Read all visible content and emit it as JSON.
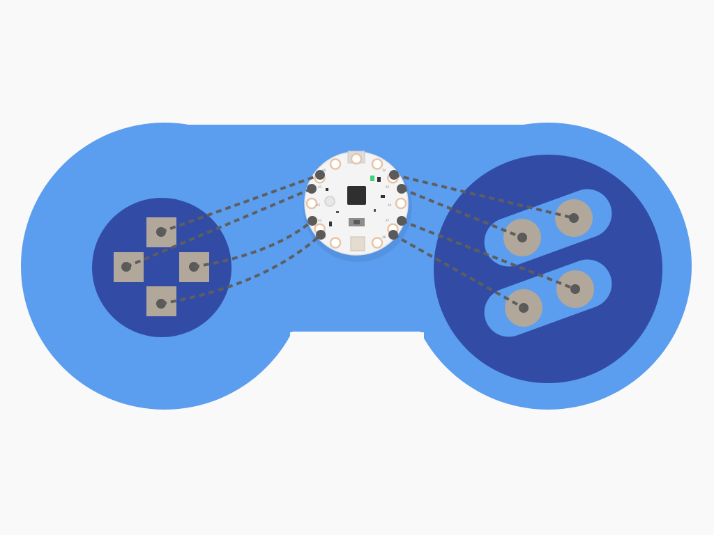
{
  "colors": {
    "background": "#f9f9f9",
    "controller_body": "#5b9dee",
    "inner_pad": "#324ca6",
    "button_pill": "#5b9dee",
    "contact_pad": "#b1a79b",
    "contact_center": "#5a5a5a",
    "wire": "#5e5e5e",
    "board": "#f4f4f4",
    "board_pad_ring": "#e8c4a4",
    "chip": "#2f2f2f",
    "led_green": "#3fd07a"
  },
  "icons": {
    "dpad_buttons": "square-contact-pad",
    "face_buttons": "round-contact-pad",
    "microcontroller": "circular-circuit-board"
  },
  "board": {
    "left_pads": [
      "A0",
      "A1",
      "A2",
      "A3",
      "A4"
    ],
    "right_pads": [
      "3V",
      "A5",
      "A6",
      "A7",
      "A8"
    ]
  }
}
